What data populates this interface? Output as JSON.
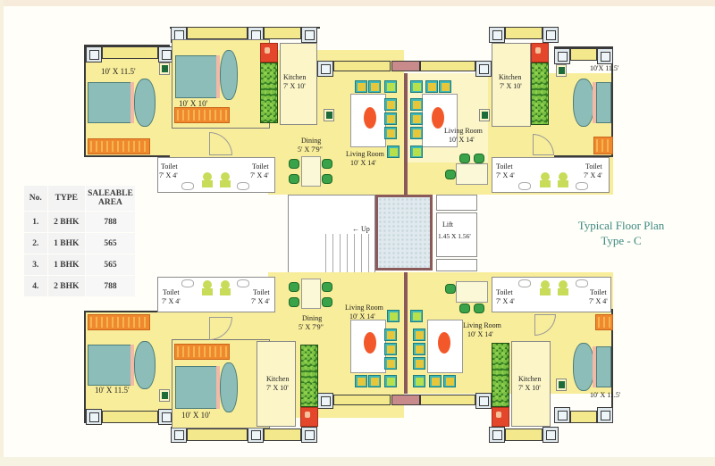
{
  "title": {
    "line1": "Typical Floor Plan",
    "line2": "Type - C",
    "color": "#3e8a82"
  },
  "area_table": {
    "headers": {
      "no": "No.",
      "type": "TYPE",
      "area_line1": "SALEABLE",
      "area_line2": "AREA"
    },
    "rows": [
      {
        "no": "1.",
        "type": "2 BHK",
        "area": "788"
      },
      {
        "no": "2.",
        "type": "1 BHK",
        "area": "565"
      },
      {
        "no": "3.",
        "type": "1 BHK",
        "area": "565"
      },
      {
        "no": "4.",
        "type": "2 BHK",
        "area": "788"
      }
    ]
  },
  "units": {
    "u1": {
      "number": "1",
      "bedroom1": "10' X 11.5'",
      "bedroom2": "10' X 10'",
      "kitchen_name": "Kitchen",
      "kitchen_size": "7' X 10'",
      "dining_name": "Dining",
      "dining_size": "5' X 7'9\"",
      "living_name": "Living Room",
      "living_size": "10' X 14'",
      "toilet_a_name": "Toilet",
      "toilet_a_size": "7' X 4'",
      "toilet_b_name": "Toilet",
      "toilet_b_size": "7' X 4'"
    },
    "u2": {
      "number": "2",
      "bedroom1": "10'X 11.5'",
      "kitchen_name": "Kitchen",
      "kitchen_size": "7' X 10'",
      "living_name": "Living Room",
      "living_size": "10' X 14'",
      "toilet_a_name": "Toilet",
      "toilet_a_size": "7' X 4'",
      "toilet_b_name": "Toilet",
      "toilet_b_size": "7' X 4'"
    },
    "u3": {
      "number": "3",
      "bedroom1": "10' X 11.5'",
      "kitchen_name": "Kitchen",
      "kitchen_size": "7' X 10'",
      "living_name": "Living Room",
      "living_size": "10' X 14'",
      "toilet_a_name": "Toilet",
      "toilet_a_size": "7' X 4'",
      "toilet_b_name": "Toilet",
      "toilet_b_size": "7' X 4'"
    },
    "u4": {
      "number": "4",
      "bedroom1": "10' X 11.5'",
      "bedroom2": "10' X 10'",
      "kitchen_name": "Kitchen",
      "kitchen_size": "7' X 10'",
      "dining_name": "Dining",
      "dining_size": "5' X 7'9\"",
      "living_name": "Living Room",
      "living_size": "10' X 14'",
      "toilet_a_name": "Toilet",
      "toilet_a_size": "7' X 4'",
      "toilet_b_name": "Toilet",
      "toilet_b_size": "7' X 4'"
    }
  },
  "core": {
    "stair_label": "← Up",
    "lift_name": "Lift",
    "lift_size": "1.45 X 1.56'"
  }
}
